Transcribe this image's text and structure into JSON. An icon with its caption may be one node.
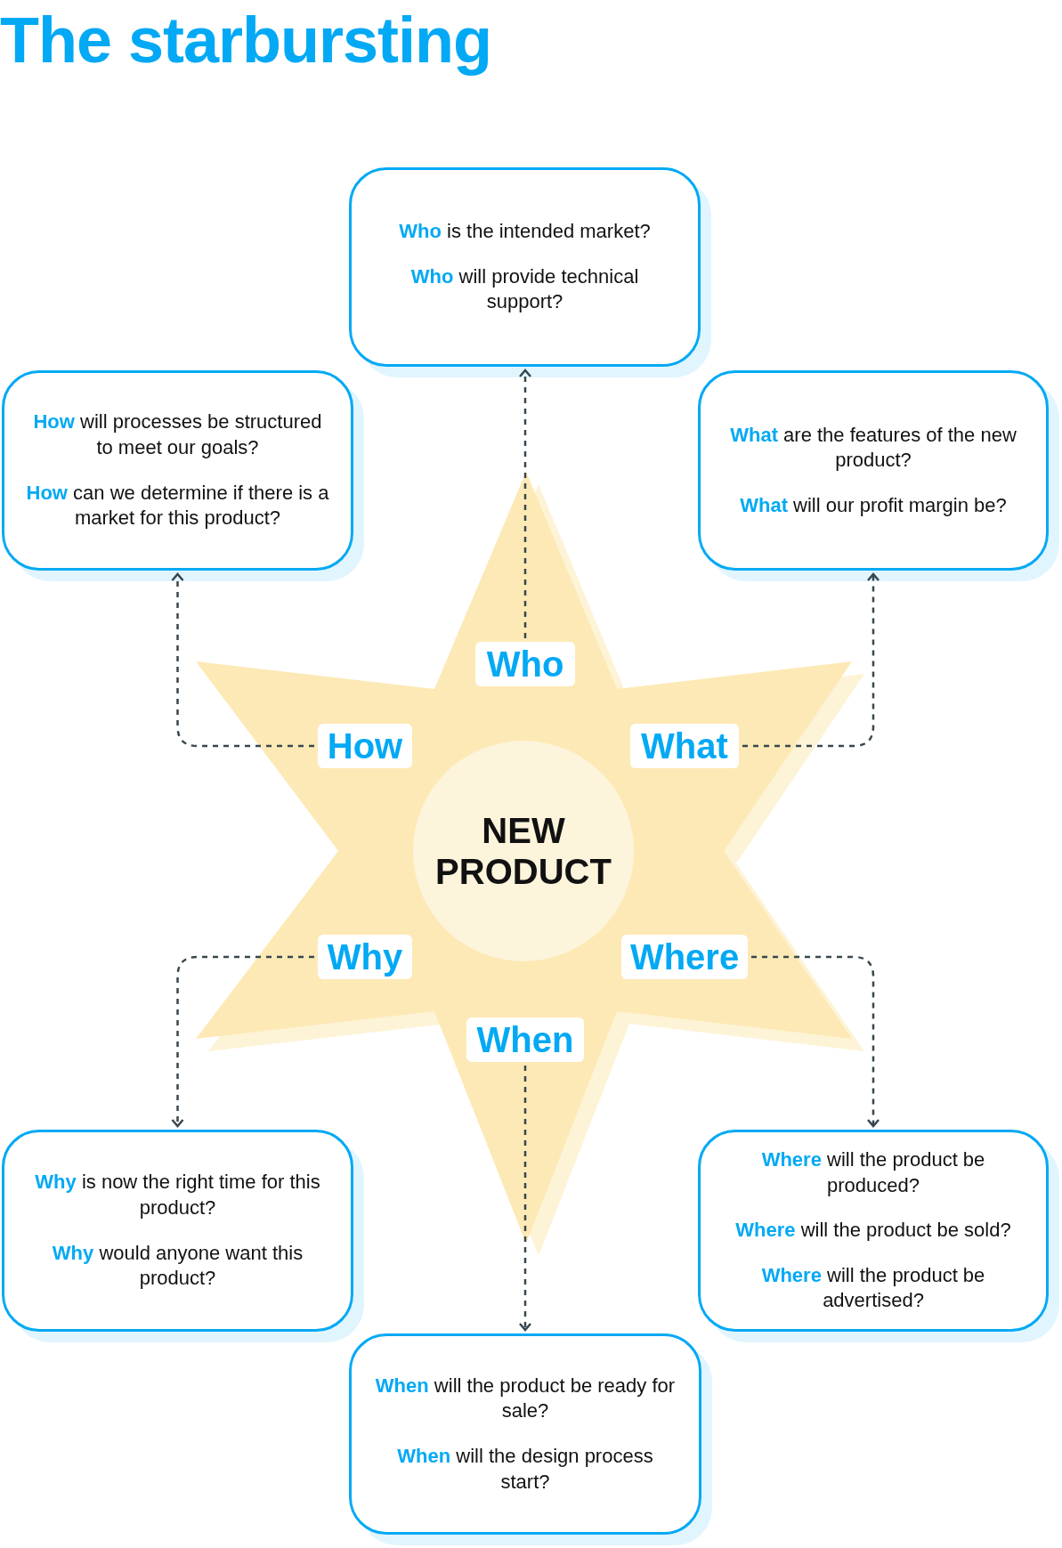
{
  "diagram": {
    "title": "The starbursting",
    "nodes": [
      {
        "text": [
          "**Who** is the intended market?",
          "**Who** will provide technical support?"
        ]
      },
      {
        "text": [
          "**How** will processes be structured to meet our goals?",
          "**How** can we determine if there is a market for this product?"
        ]
      },
      {
        "text": [
          "**What** are the features of the new product?",
          "**What** will our profit margin be?"
        ]
      },
      {
        "text": [
          "Who"
        ]
      },
      {
        "text": [
          "How"
        ]
      },
      {
        "text": [
          "What"
        ]
      },
      {
        "text": [
          "NEW PRODUCT"
        ]
      },
      {
        "text": [
          "Why"
        ]
      },
      {
        "text": [
          "Where"
        ]
      },
      {
        "text": [
          "When"
        ]
      },
      {
        "text": [
          "**Why** is now the right time for this product?",
          "**Why** would anyone want this product?"
        ]
      },
      {
        "text": [
          "**Where** will the product be produced?",
          "**Where** will the product be sold?",
          "**Where** will the product be advertised?"
        ]
      },
      {
        "text": [
          "**When** will the product be ready for sale?",
          "**When** will the design process start?"
        ]
      }
    ],
    "edges": [
      {
        "from": 3,
        "to": 0,
        "arrow": "to",
        "style": "dashed"
      },
      {
        "from": 4,
        "to": 1,
        "arrow": "to",
        "style": "dashed"
      },
      {
        "from": 5,
        "to": 2,
        "arrow": "to",
        "style": "dashed"
      },
      {
        "from": 7,
        "to": 10,
        "arrow": "to",
        "style": "dashed"
      },
      {
        "from": 8,
        "to": 11,
        "arrow": "to",
        "style": "dashed"
      },
      {
        "from": 9,
        "to": 12,
        "arrow": "to",
        "style": "dashed"
      }
    ]
  }
}
